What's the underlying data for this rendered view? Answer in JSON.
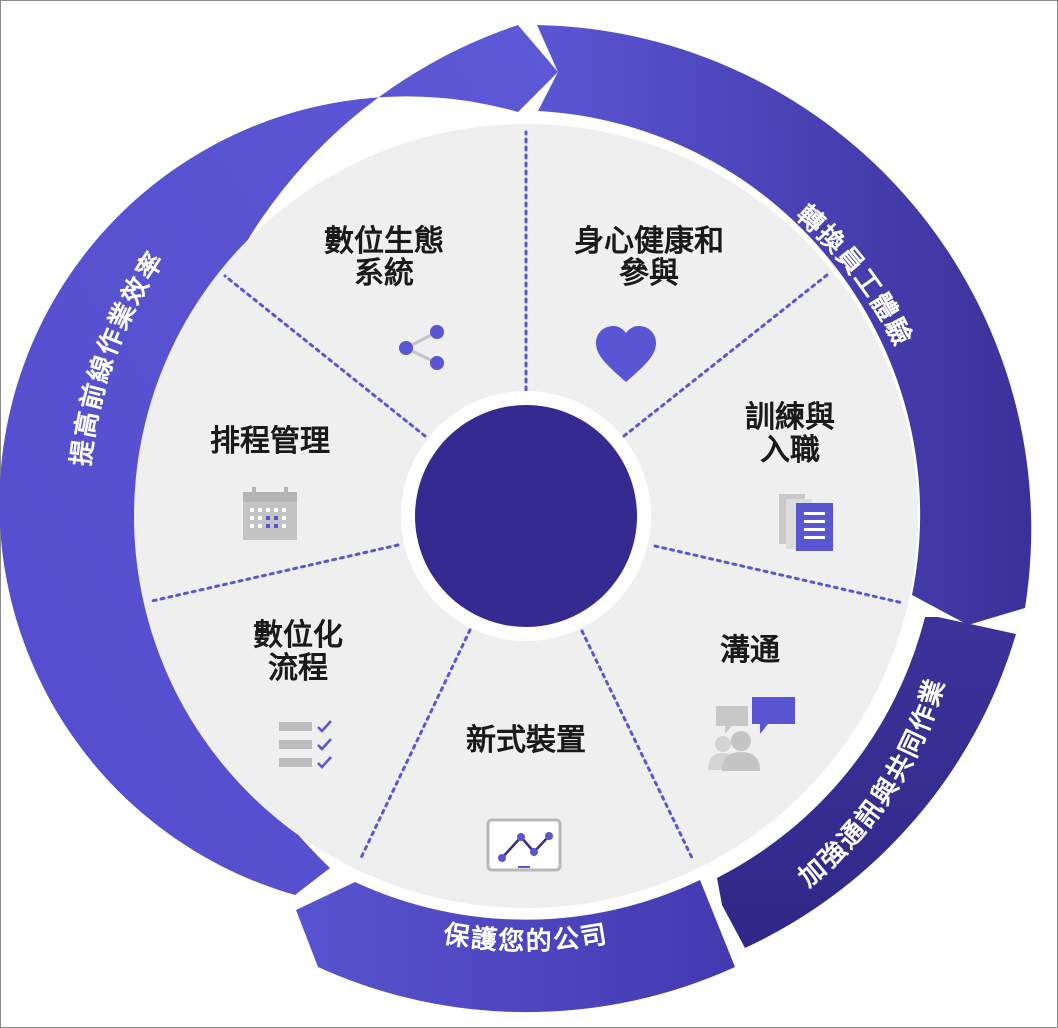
{
  "colors": {
    "ring_light": "#5a55d3",
    "ring_dark": "#332a92",
    "pie_fill": "#efefef",
    "center": "#342a90",
    "divider": "#5b58cf",
    "icon_accent": "#5a55d3",
    "icon_gray": "#b9b9b9"
  },
  "outer_ring": [
    {
      "label": "轉換員工體驗",
      "icon": ""
    },
    {
      "label": "加強通訊與共同作業",
      "icon": ""
    },
    {
      "label": "保護您的公司",
      "icon": ""
    },
    {
      "label": "提高前線作業效率",
      "icon": ""
    }
  ],
  "segments": [
    {
      "line1": "身心健康和",
      "line2": "參與",
      "icon": "heart-icon"
    },
    {
      "line1": "訓練與",
      "line2": "入職",
      "icon": "document-icon"
    },
    {
      "line1": "溝通",
      "line2": "",
      "icon": "chat-people-icon"
    },
    {
      "line1": "新式裝置",
      "line2": "",
      "icon": "device-chart-icon"
    },
    {
      "line1": "數位化",
      "line2": "流程",
      "icon": "checklist-icon"
    },
    {
      "line1": "排程管理",
      "line2": "",
      "icon": "calendar-icon"
    },
    {
      "line1": "數位生態",
      "line2": "系統",
      "icon": "share-icon"
    }
  ]
}
